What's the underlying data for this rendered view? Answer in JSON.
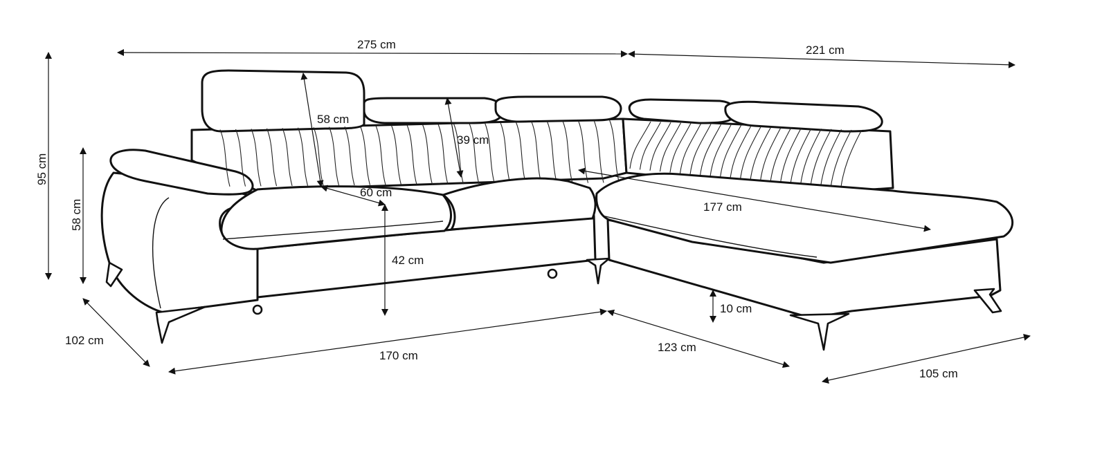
{
  "diagram": {
    "colors": {
      "line": "#111111",
      "background": "#ffffff"
    },
    "dimensions": {
      "total_length": "275 cm",
      "corner_length": "221 cm",
      "total_height": "95 cm",
      "arm_height": "58 cm",
      "depth": "102 cm",
      "headrest_height": "58 cm",
      "backrest_height": "39 cm",
      "seat_depth": "60 cm",
      "seat_height": "42 cm",
      "chaise_length": "177 cm",
      "leg_height": "10 cm",
      "front_length": "170 cm",
      "corner_depth": "123 cm",
      "chaise_width": "105 cm"
    }
  }
}
